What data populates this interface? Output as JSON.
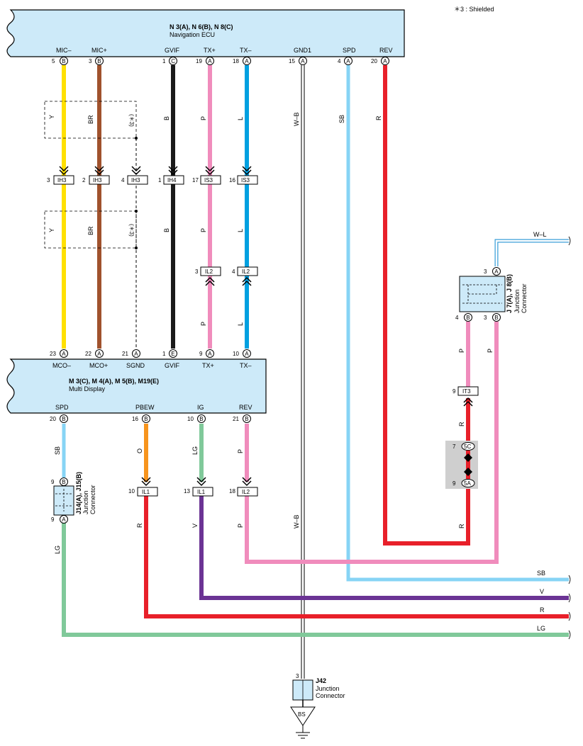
{
  "note": "＊3 : Shielded",
  "shield_mark": "(＊3)",
  "colors": {
    "Y": "#ffe000",
    "BR": "#a0522d",
    "B": "#1a1a1a",
    "P": "#f08cbc",
    "L": "#00a0e0",
    "SB": "#87d4f5",
    "R": "#e8202a",
    "O": "#f7941d",
    "LG": "#80c99a",
    "V": "#6b3394",
    "WB": "#ffffff",
    "WL": "#ffffff",
    "ecu_fill": "#cdeaf9"
  },
  "nav_ecu": {
    "title": "N 3(A), N 6(B), N 8(C)",
    "subtitle": "Navigation ECU",
    "pins": [
      {
        "name": "MIC–",
        "num": "5",
        "conn": "B"
      },
      {
        "name": "MIC+",
        "num": "3",
        "conn": "B"
      },
      {
        "name": "GVIF",
        "num": "1",
        "conn": "C"
      },
      {
        "name": "TX+",
        "num": "19",
        "conn": "A"
      },
      {
        "name": "TX–",
        "num": "18",
        "conn": "A"
      },
      {
        "name": "GND1",
        "num": "15",
        "conn": "A"
      },
      {
        "name": "SPD",
        "num": "4",
        "conn": "A"
      },
      {
        "name": "REV",
        "num": "20",
        "conn": "A"
      }
    ]
  },
  "multi_display": {
    "title": "M 3(C), M 4(A), M 5(B), M19(E)",
    "subtitle": "Multi Display",
    "top_pins": [
      {
        "name": "MCO–",
        "num": "23",
        "conn": "A"
      },
      {
        "name": "MCO+",
        "num": "22",
        "conn": "A"
      },
      {
        "name": "SGND",
        "num": "21",
        "conn": "A"
      },
      {
        "name": "GVIF",
        "num": "1",
        "conn": "E"
      },
      {
        "name": "TX+",
        "num": "9",
        "conn": "A"
      },
      {
        "name": "TX–",
        "num": "10",
        "conn": "A"
      }
    ],
    "bottom_pins": [
      {
        "name": "SPD",
        "num": "20",
        "conn": "B"
      },
      {
        "name": "PBEW",
        "num": "16",
        "conn": "B"
      },
      {
        "name": "IG",
        "num": "10",
        "conn": "B"
      },
      {
        "name": "REV",
        "num": "21",
        "conn": "B"
      }
    ]
  },
  "wire_labels": {
    "y": "Y",
    "br": "BR",
    "b": "B",
    "p": "P",
    "l": "L",
    "wb": "W–B",
    "sb": "SB",
    "r": "R",
    "o": "O",
    "lg": "LG",
    "v": "V",
    "wl": "W–L"
  },
  "connectors_top": [
    {
      "num": "3",
      "id": "IH3"
    },
    {
      "num": "2",
      "id": "IH3"
    },
    {
      "num": "4",
      "id": "IH3"
    },
    {
      "num": "1",
      "id": "IH4"
    },
    {
      "num": "17",
      "id": "IS3"
    },
    {
      "num": "16",
      "id": "IS3"
    }
  ],
  "connectors_il2": [
    {
      "num": "3",
      "id": "IL2"
    },
    {
      "num": "4",
      "id": "IL2"
    }
  ],
  "connectors_bottom": [
    {
      "num": "10",
      "id": "IL1"
    },
    {
      "num": "13",
      "id": "IL1"
    },
    {
      "num": "18",
      "id": "IL2"
    }
  ],
  "j7": {
    "title": "J 7(A), J 8(B)",
    "subtitle1": "Junction",
    "subtitle2": "Connector",
    "pin_in": {
      "num": "3",
      "conn": "A"
    },
    "pin_out1": {
      "num": "4",
      "conn": "B"
    },
    "pin_out2": {
      "num": "3",
      "conn": "B"
    }
  },
  "it3": {
    "num": "9",
    "id": "IT3"
  },
  "splice": {
    "top_num": "7",
    "top_id": "5C",
    "bot_num": "9",
    "bot_id": "5A"
  },
  "j14": {
    "title": "J14(A), J15(B)",
    "subtitle1": "Junction",
    "subtitle2": "Connector",
    "pin_in": {
      "num": "9",
      "conn": "B"
    },
    "pin_out": {
      "num": "9",
      "conn": "A"
    }
  },
  "j42": {
    "num": "3",
    "title": "J42",
    "subtitle1": "Junction",
    "subtitle2": "Connector",
    "ground": "BS"
  }
}
